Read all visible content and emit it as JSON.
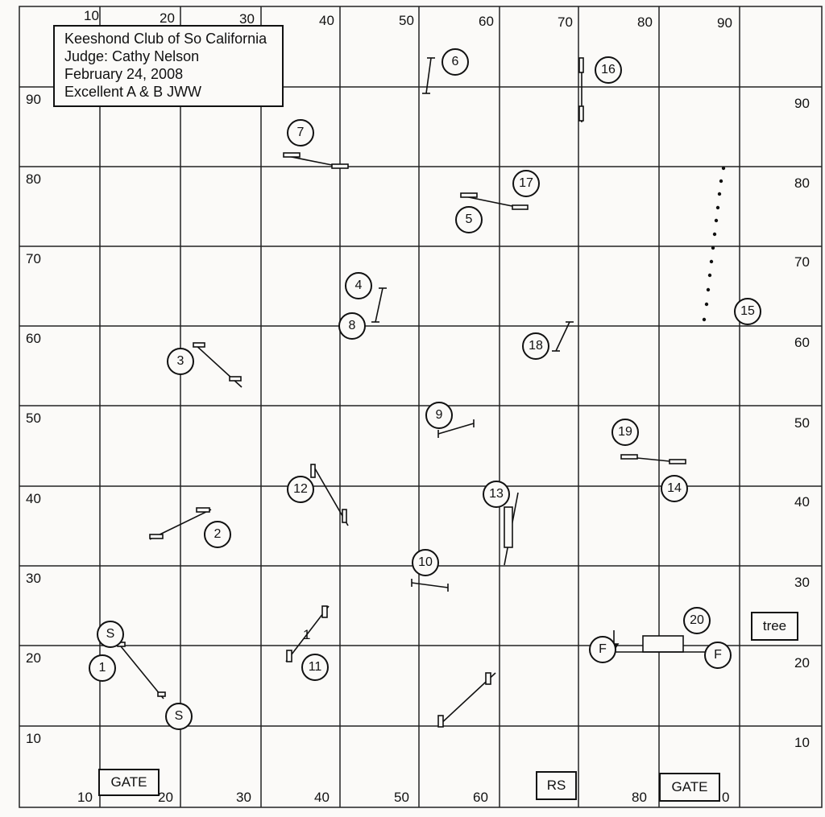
{
  "info": {
    "line1": "Keeshond Club of So California",
    "line2": "Judge: Cathy Nelson",
    "line3": "February 24, 2008",
    "line4": "Excellent A & B JWW"
  },
  "grid": {
    "top_labels": [
      "10",
      "20",
      "30",
      "40",
      "50",
      "60",
      "70",
      "80",
      "90"
    ],
    "bottom_labels": [
      "10",
      "20",
      "30",
      "40",
      "50",
      "60",
      "80",
      "0"
    ],
    "left_labels": [
      "90",
      "80",
      "70",
      "60",
      "50",
      "40",
      "30",
      "20",
      "10"
    ],
    "right_labels": [
      "90",
      "80",
      "70",
      "60",
      "50",
      "40",
      "30",
      "20",
      "10"
    ]
  },
  "obstacle_numbers": {
    "n1": "1",
    "n2": "2",
    "n3": "3",
    "n4": "4",
    "n5": "5",
    "n6": "6",
    "n7": "7",
    "n8": "8",
    "n9": "9",
    "n10": "10",
    "n11": "11",
    "n12": "12",
    "n13": "13",
    "n14": "14",
    "n15": "15",
    "n16": "16",
    "n17": "17",
    "n18": "18",
    "n19": "19",
    "n20": "20",
    "start_a": "S",
    "start_b": "S",
    "finish_a": "F",
    "finish_b": "F",
    "small_1": "1"
  },
  "boxes": {
    "gate_left": "GATE",
    "gate_right": "GATE",
    "rs": "RS",
    "tree": "tree"
  }
}
